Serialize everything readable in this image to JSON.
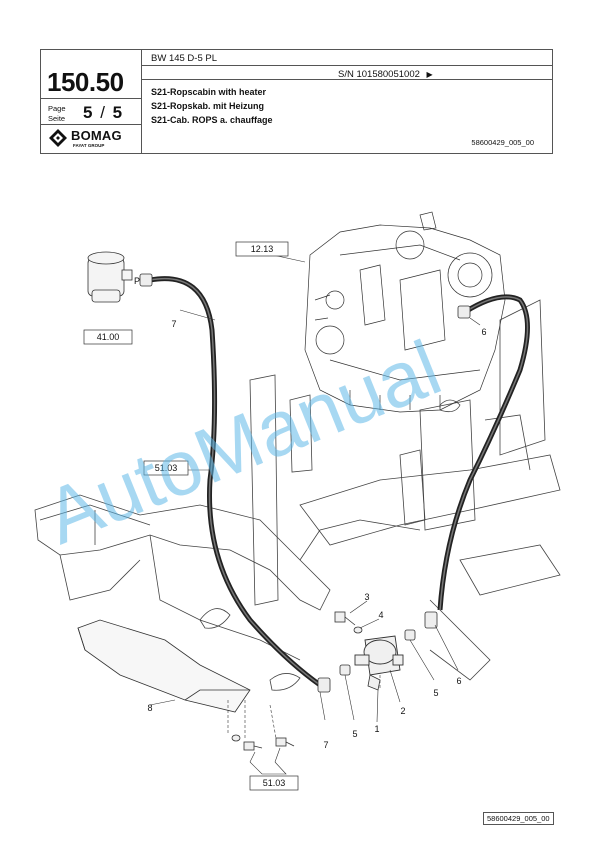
{
  "header": {
    "sheet_number": "150.50",
    "page_label_en": "Page",
    "page_label_de": "Seite",
    "page_current": "5",
    "page_separator": "/",
    "page_total": "5",
    "model": "BW 145 D-5 PL",
    "serial_prefix": "S/N",
    "serial_number": "101580051002",
    "serial_arrow": "▶",
    "title_en": "S21-Ropscabin with heater",
    "title_de": "S21-Ropskab. mit Heizung",
    "title_fr": "S21-Cab. ROPS a. chauffage",
    "drawing_ref": "58600429_005_00",
    "logo_text": "BOMAG",
    "logo_subtext": "FAYAT GROUP"
  },
  "drawing": {
    "reference_boxes": [
      "12.13",
      "41.00",
      "51.03",
      "51.03"
    ],
    "port_label": "P",
    "callouts": [
      "1",
      "2",
      "3",
      "4",
      "5",
      "5",
      "6",
      "6",
      "7",
      "7",
      "8"
    ]
  },
  "watermark": "AutoManual",
  "footer": {
    "drawing_ref": "58600429_005_00"
  },
  "colors": {
    "line": "#555555",
    "watermark": "#5fb8e8"
  }
}
